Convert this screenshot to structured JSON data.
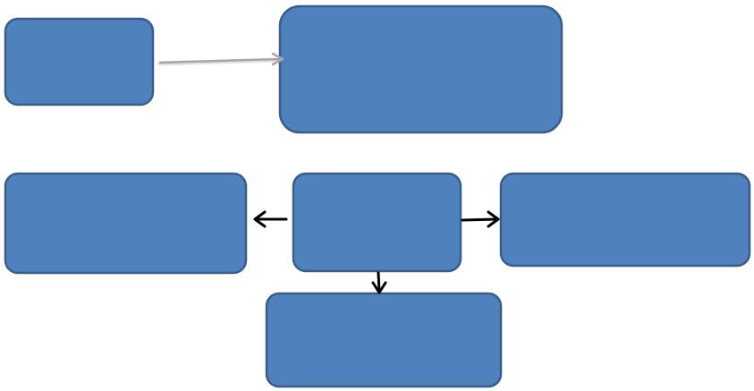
{
  "diagram": {
    "node_color": "#4f81bd",
    "node_border_color": "#385d8a",
    "arrow_color": "#000000",
    "faint_arrow_color": "#a6a6a6",
    "nodes": [
      {
        "id": "top-left-box",
        "label": ""
      },
      {
        "id": "top-right-box",
        "label": ""
      },
      {
        "id": "middle-left-box",
        "label": ""
      },
      {
        "id": "center-box",
        "label": ""
      },
      {
        "id": "middle-right-box",
        "label": ""
      },
      {
        "id": "bottom-box",
        "label": ""
      }
    ],
    "edges": [
      {
        "from": "top-left-box",
        "to": "top-right-box",
        "style": "faint"
      },
      {
        "from": "center-box",
        "to": "middle-left-box",
        "style": "solid"
      },
      {
        "from": "center-box",
        "to": "middle-right-box",
        "style": "solid"
      },
      {
        "from": "center-box",
        "to": "bottom-box",
        "style": "solid"
      }
    ]
  }
}
